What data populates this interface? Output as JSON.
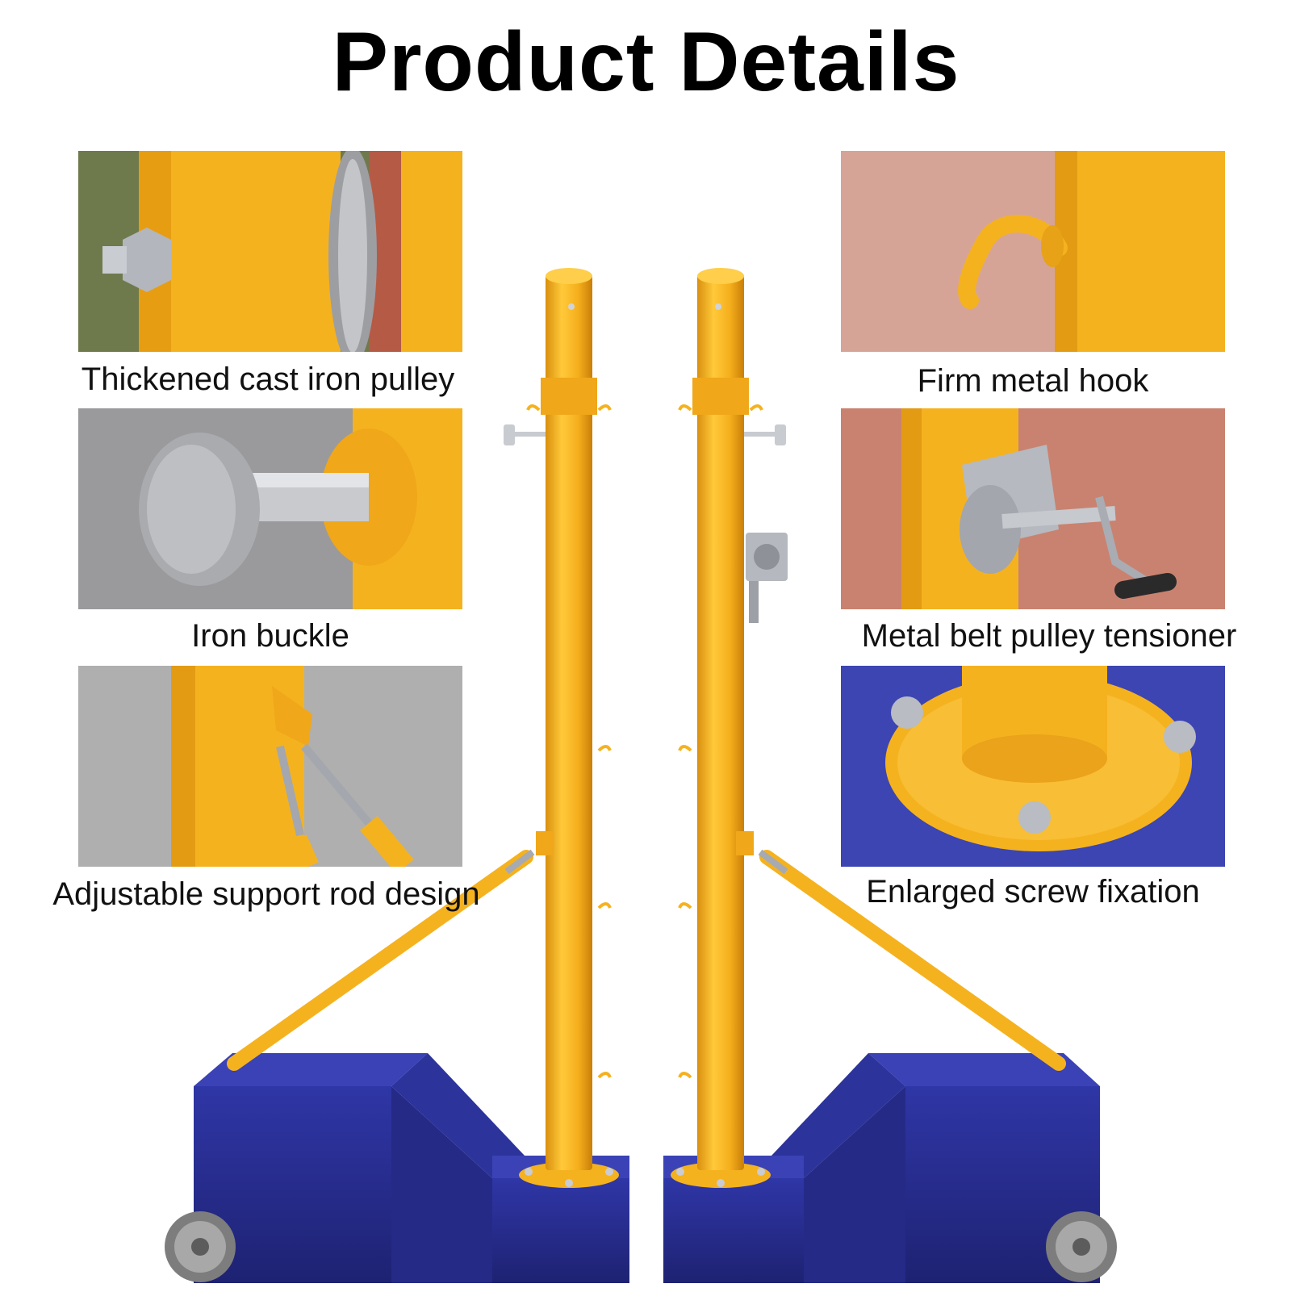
{
  "title": "Product Details",
  "colors": {
    "post_yellow": "#F5B21F",
    "base_blue": "#2B2E8F",
    "steel": "#B9BCC2"
  },
  "panels": [
    {
      "id": "pulley",
      "icon": "cast-iron-pulley",
      "caption": "Thickened cast iron pulley"
    },
    {
      "id": "hook",
      "icon": "metal-hook",
      "caption": "Firm metal hook"
    },
    {
      "id": "buckle",
      "icon": "iron-buckle-knob",
      "caption": "Iron buckle"
    },
    {
      "id": "tensioner",
      "icon": "belt-pulley-tensioner",
      "caption": "Metal belt pulley tensioner"
    },
    {
      "id": "rod",
      "icon": "support-rod-clamp",
      "caption": "Adjustable support rod design"
    },
    {
      "id": "screws",
      "icon": "base-screw-plate",
      "caption": "Enlarged screw fixation"
    }
  ]
}
